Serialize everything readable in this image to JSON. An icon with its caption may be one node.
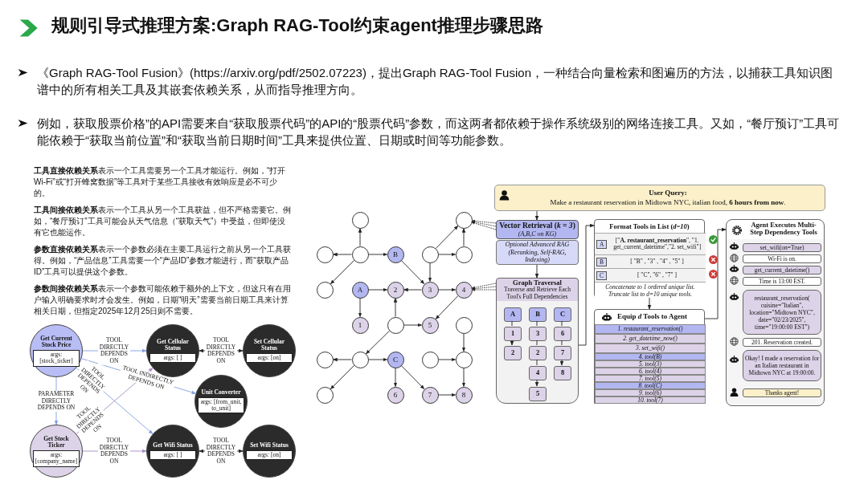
{
  "diagram": {
    "title": "规则引导式推理方案:Graph RAG-Tool约束agent推理步骤思路",
    "nodes": [
      {
        "text": [
          "Get Current Stock Price",
          "args: [stock_ticker]"
        ]
      },
      {
        "text": [
          "Get Cellular Status",
          "args: [ ]"
        ]
      },
      {
        "text": [
          "Set Cellular Status",
          "args: [on]"
        ]
      },
      {
        "text": [
          "Unit Converter",
          "args: [from_unit, to_unit]"
        ]
      },
      {
        "text": [
          "Get Stock Ticker",
          "args: [company_name]"
        ]
      },
      {
        "text": [
          "Get Wifi Status",
          "args: [ ]"
        ]
      },
      {
        "text": [
          "Set Wifi Status",
          "args: [on]"
        ]
      },
      {
        "text": [],
        "shape": "circle"
      },
      {
        "text": [],
        "shape": "circle"
      },
      {
        "text": [],
        "shape": "circle"
      },
      {
        "text": [],
        "shape": "circle"
      },
      {
        "text": [
          "B"
        ]
      },
      {
        "text": [],
        "shape": "circle"
      },
      {
        "text": [],
        "shape": "circle"
      },
      {
        "text": [],
        "shape": "circle"
      },
      {
        "text": [
          "A"
        ]
      },
      {
        "text": [
          "2"
        ]
      },
      {
        "text": [
          "3"
        ]
      },
      {
        "text": [
          "4"
        ]
      },
      {
        "text": [
          "1"
        ]
      },
      {
        "text": [],
        "shape": "circle"
      },
      {
        "text": [
          "5"
        ]
      },
      {
        "text": [],
        "shape": "circle"
      },
      {
        "text": [],
        "shape": "circle"
      },
      {
        "text": [],
        "shape": "circle"
      },
      {
        "text": [
          "C"
        ]
      },
      {
        "text": [],
        "shape": "circle"
      },
      {
        "text": [],
        "shape": "circle"
      },
      {
        "text": [],
        "shape": "circle"
      },
      {
        "text": [
          "6"
        ]
      },
      {
        "text": [
          "7"
        ]
      },
      {
        "text": [
          "8"
        ]
      },
      {
        "text": [
          "User Query:",
          "Make a restaurant reservation in Midtown NYC, italian food, **6 hours from now**."
        ]
      },
      {
        "text": [
          "Vector Retrieval (*k = 3*)",
          "(A,B,C on KG)"
        ]
      },
      {
        "text": [
          "Optional Advanced RAG (Reranking, Self-RAG, Indexing)"
        ]
      },
      {
        "text": [
          "Graph Traversal",
          "Traverse and Retrieve Each Tool's Full Dependencies"
        ]
      },
      {
        "text": [
          "A"
        ],
        "in": 35
      },
      {
        "text": [
          "1"
        ],
        "in": 35
      },
      {
        "text": [
          "2"
        ],
        "in": 35
      },
      {
        "text": [
          "B"
        ],
        "in": 35
      },
      {
        "text": [
          "3"
        ],
        "in": 35
      },
      {
        "text": [
          "2"
        ],
        "in": 35
      },
      {
        "text": [
          "4"
        ],
        "in": 35
      },
      {
        "text": [
          "5"
        ],
        "in": 35
      },
      {
        "text": [
          "C"
        ],
        "in": 35
      },
      {
        "text": [
          "6"
        ],
        "in": 35
      },
      {
        "text": [
          "7"
        ],
        "in": 35
      },
      {
        "text": [
          "8"
        ],
        "in": 35
      },
      {
        "text": [
          "Format Tools in List (*d=10*)"
        ]
      },
      {
        "text": [
          "A",
          "[\"**A. restaurant_reservation**\", \"1. get_current_datetime\",\"2. set_wifi\"]"
        ],
        "in": 48
      },
      {
        "text": [
          "B",
          "[ \"B\" , \"3\" , \"4\" , \"5\" ]"
        ],
        "in": 48
      },
      {
        "text": [
          "C",
          "[ \"C\", \"6\" , \"7\" ]"
        ],
        "in": 48
      },
      {
        "text": [
          "Concatenate to 1 ordered unique list. Truncate list to d=10 unique tools."
        ],
        "in": 48
      },
      {
        "text": [
          "Equip *d* Tools to Agent"
        ]
      },
      {
        "text": [
          "1. restaurant_reservation()"
        ],
        "in": 53
      },
      {
        "text": [
          "2. get_datetime_now()"
        ],
        "in": 53
      },
      {
        "text": [
          "3. set_wifi()"
        ],
        "in": 53
      },
      {
        "text": [
          "4. tool(B)"
        ],
        "in": 53
      },
      {
        "text": [
          "5. tool(3)"
        ],
        "in": 53
      },
      {
        "text": [
          "6. tool(4)"
        ],
        "in": 53
      },
      {
        "text": [
          "7. tool(5)"
        ],
        "in": 53
      },
      {
        "text": [
          "8. tool(C)"
        ],
        "in": 53
      },
      {
        "text": [
          "9. tool(6)"
        ],
        "in": 53
      },
      {
        "text": [
          "10. tool(7)"
        ],
        "in": 53
      },
      {
        "text": [
          "Agent Executes Multi-Step Dependency Tools"
        ]
      },
      {
        "text": [
          "set_wifi(on=True)"
        ],
        "in": 64
      },
      {
        "text": [
          "Wi-Fi is on."
        ],
        "in": 64
      },
      {
        "text": [
          "get_current_datetime()"
        ],
        "in": 64
      },
      {
        "text": [
          "Time is 13:00 EST."
        ],
        "in": 64
      },
      {
        "text": [
          "restaurant_reservation( cuisine=\"Italian\", location=\"Midtown NYC\", date=\"02/23/2025\", time=\"19:00:00 EST\")"
        ],
        "in": 64
      },
      {
        "text": [
          "201. Reservation created."
        ],
        "in": 64
      },
      {
        "text": [
          "Okay! I made a reservation for an Italian restaurant in Midtown NYC at 19:00:00."
        ],
        "in": 64
      },
      {
        "text": [
          "Thanks agent!"
        ],
        "in": 64
      }
    ],
    "edges": [
      {
        "from": 0,
        "to": 1,
        "arrow": "to",
        "label": "TOOL DIRECTLY DEPENDS ON",
        "color": "#7f9fe0"
      },
      {
        "from": 1,
        "to": 2,
        "arrow": "both",
        "label": "TOOL DIRECTLY DEPENDS ON"
      },
      {
        "from": 0,
        "to": 3,
        "arrow": "to",
        "label": "TOOL INDIRECTLY DEPENDS ON",
        "color": "#7f9fe0"
      },
      {
        "from": 0,
        "to": 4,
        "arrow": "to",
        "label": "PARAMETER DIRECTLY DEPENDS ON",
        "color": "#7f9fe0"
      },
      {
        "from": 0,
        "to": 5,
        "arrow": "to",
        "label": "TOOL DIRECTLY DEPENDS ON",
        "color": "#7f9fe0"
      },
      {
        "from": 4,
        "to": 1,
        "arrow": "to",
        "label": "TOOL DIRECTLY DEPENDS ON",
        "color": "#a58bc6"
      },
      {
        "from": 4,
        "to": 5,
        "arrow": "to",
        "label": "TOOL DIRECTLY DEPENDS ON",
        "color": "#a58bc6"
      },
      {
        "from": 5,
        "to": 6,
        "arrow": "both",
        "label": "TOOL DIRECTLY DEPENDS ON"
      },
      {
        "from": 10,
        "to": 7,
        "arrow": "to"
      },
      {
        "from": 10,
        "to": 9,
        "arrow": "to"
      },
      {
        "from": 10,
        "to": 11,
        "arrow": "to"
      },
      {
        "from": 10,
        "to": 14,
        "arrow": "to"
      },
      {
        "from": 11,
        "to": 17,
        "arrow": "to"
      },
      {
        "from": 15,
        "to": 16,
        "arrow": "to"
      },
      {
        "from": 15,
        "to": 19,
        "arrow": "to"
      },
      {
        "from": 17,
        "to": 16,
        "arrow": "to"
      },
      {
        "from": 17,
        "to": 18,
        "arrow": "to"
      },
      {
        "from": 12,
        "to": 17,
        "arrow": "to"
      },
      {
        "from": 12,
        "to": 8,
        "arrow": "to"
      },
      {
        "from": 12,
        "to": 13,
        "arrow": "to"
      },
      {
        "from": 13,
        "to": 8,
        "arrow": "to"
      },
      {
        "from": 18,
        "to": 21,
        "arrow": "to"
      },
      {
        "from": 20,
        "to": 16,
        "arrow": "to"
      },
      {
        "from": 20,
        "to": 21,
        "arrow": "to"
      },
      {
        "from": 20,
        "to": 24,
        "arrow": "to"
      },
      {
        "from": 24,
        "to": 23,
        "arrow": "to"
      },
      {
        "from": 24,
        "to": 25,
        "arrow": "to"
      },
      {
        "from": 24,
        "to": 28,
        "arrow": "to"
      },
      {
        "from": 25,
        "to": 29,
        "arrow": "to"
      },
      {
        "from": 25,
        "to": 30,
        "arrow": "to"
      },
      {
        "from": 30,
        "to": 31,
        "arrow": "to"
      },
      {
        "from": 22,
        "to": 27,
        "arrow": "to"
      },
      {
        "from": 26,
        "to": 27,
        "arrow": "to"
      },
      {
        "from": 27,
        "to": 31,
        "arrow": "to"
      },
      {
        "from": 32,
        "to": 33,
        "arrow": "to"
      },
      {
        "from": 34,
        "to": 35,
        "arrow": "to"
      },
      {
        "from": 36,
        "to": 37,
        "arrow": "none"
      },
      {
        "from": 37,
        "to": 38,
        "arrow": "to"
      },
      {
        "from": 39,
        "to": 40,
        "arrow": "none"
      },
      {
        "from": 40,
        "to": 41,
        "arrow": "none"
      },
      {
        "from": 41,
        "to": 42,
        "arrow": "none"
      },
      {
        "from": 42,
        "to": 43,
        "arrow": "to"
      },
      {
        "from": 44,
        "to": 45,
        "arrow": "none"
      },
      {
        "from": 45,
        "to": 46,
        "arrow": "none"
      },
      {
        "from": 46,
        "to": 47,
        "arrow": "to"
      },
      {
        "from": 35,
        "to": 48,
        "arrow": "to"
      },
      {
        "from": 52,
        "to": 53,
        "arrow": "to"
      },
      {
        "from": 53,
        "to": 64,
        "arrow": "to"
      },
      {
        "from": 33,
        "to": 8,
        "arrow": "to",
        "style": "dashed"
      },
      {
        "from": 33,
        "to": 8,
        "arrow": "to",
        "style": "dashed"
      },
      {
        "from": 33,
        "to": 8,
        "arrow": "to",
        "style": "dashed"
      },
      {
        "from": 35,
        "to": 18,
        "arrow": "to",
        "style": "dashed"
      },
      {
        "from": 35,
        "to": 18,
        "arrow": "to",
        "style": "dashed"
      },
      {
        "from": 35,
        "to": 18,
        "arrow": "to",
        "style": "dashed"
      }
    ],
    "labels": [
      "《Graph RAG-Tool Fusion》(https://arxiv.org/pdf/2502.07223)，提出Graph RAG-Tool Fusion，一种结合向量检索和图遍历的方法，以捕获工具知识图谱中的所有相关工具及其嵌套依赖关系，从而指导推理方向。",
      "例如，获取股票价格”的API需要来自“获取股票代码”的API的“股票代码”参数，而这两者都依赖于操作系统级别的网络连接工具。又如，“餐厅预订”工具可能依赖于“获取当前位置”和“获取当前日期时间”工具来提供位置、日期或时间等功能参数。",
      "**工具直接依赖关系**表示一个工具需要另一个工具才能运行。例如，“打开Wi-Fi”或“打开蜂窝数据”等工具对于某些工具接收有效响应是必不可少的。",
      "**工具间接依赖关系**表示一个工具从另一个工具获益，但不严格需要它。例如，“餐厅预订”工具可能会从天气信息（“获取天气”）中受益，但即使没有它也能运作。",
      "**参数直接依赖关系**表示一个参数必须在主要工具运行之前从另一个工具获得。例如，“产品信息”工具需要一个“产品ID”参数才能进行，而“获取产品ID”工具可以提供这个参数。",
      "**参数间接依赖关系**表示一个参数可能依赖于额外的上下文，但这只有在用户输入明确要求时才会发生。例如，日期“明天”需要当前日期工具来计算相关日期，但指定2025年12月25日则不需要。"
    ]
  }
}
